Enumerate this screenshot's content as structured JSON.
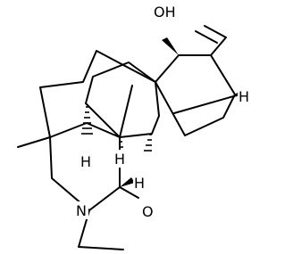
{
  "structure": {
    "atoms": {
      "oh": "OH",
      "n": "N",
      "o": "O",
      "h_right": "H",
      "h_left": "H",
      "h_center": "H",
      "h_bottom": "H"
    }
  }
}
